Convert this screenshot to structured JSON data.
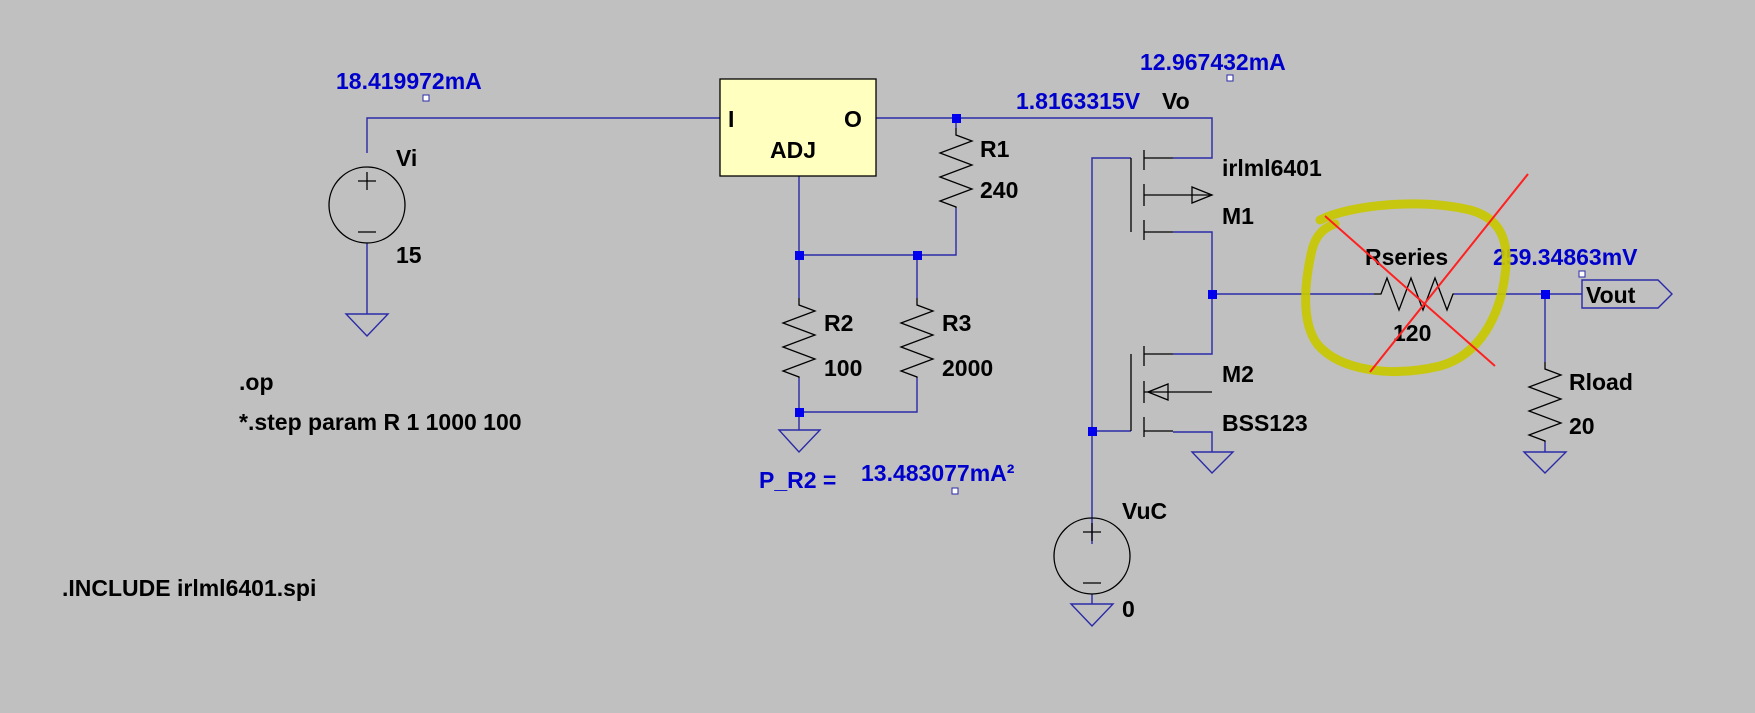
{
  "colors": {
    "background": "#c0c0c0",
    "wire": "#2a2aa8",
    "annotation": "#0000cc",
    "regulator_fill": "#ffffc0",
    "highlight": "#c8c800",
    "cross": "#ff2020"
  },
  "measurements": {
    "vi_current": "18.419972mA",
    "m1_current": "12.967432mA",
    "vo_voltage": "1.8163315V",
    "vout_voltage": "259.34863mV",
    "p_r2_label": "P_R2 =",
    "p_r2_value": "13.483077mA²"
  },
  "components": {
    "vi": {
      "name": "Vi",
      "value": "15"
    },
    "regulator": {
      "pin_in": "I",
      "pin_out": "O",
      "pin_adj": "ADJ"
    },
    "r1": {
      "name": "R1",
      "value": "240"
    },
    "r2": {
      "name": "R2",
      "value": "100"
    },
    "r3": {
      "name": "R3",
      "value": "2000"
    },
    "m1": {
      "name": "M1",
      "model": "irlml6401"
    },
    "m2": {
      "name": "M2",
      "model": "BSS123"
    },
    "rseries": {
      "name": "Rseries",
      "value": "120"
    },
    "rload": {
      "name": "Rload",
      "value": "20"
    },
    "vuc": {
      "name": "VuC",
      "value": "0"
    }
  },
  "net_labels": {
    "vo": "Vo",
    "vout": "Vout"
  },
  "directives": {
    "op": ".op",
    "step": "*.step param R 1 1000 100",
    "include": ".INCLUDE irlml6401.spi"
  }
}
